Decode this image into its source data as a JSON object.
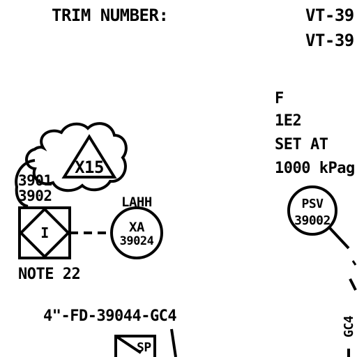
{
  "header": {
    "trim_label": "TRIM NUMBER:",
    "trim_values": [
      "VT-39",
      "VT-39"
    ]
  },
  "valve_spec": {
    "lines": [
      "F",
      "1E2",
      "SET AT",
      "1000 kPag"
    ]
  },
  "revision_cloud": {
    "triangle_text": "X15",
    "tag_lines": [
      "3901",
      "3902"
    ]
  },
  "interlock_box": {
    "symbol": "I",
    "note": "NOTE 22"
  },
  "instrument_bubble": {
    "alarm_label": "LAHH",
    "tag_top": "XA",
    "tag_bottom": "39024"
  },
  "psv_bubble": {
    "tag_top": "PSV",
    "tag_bottom": "39002"
  },
  "line_number": "4\"-FD-39044-GC4",
  "sp_box_label": "SP",
  "vertical_line_label": "GC4",
  "colors": {
    "ink": "#000000",
    "background": "#ffffff"
  }
}
